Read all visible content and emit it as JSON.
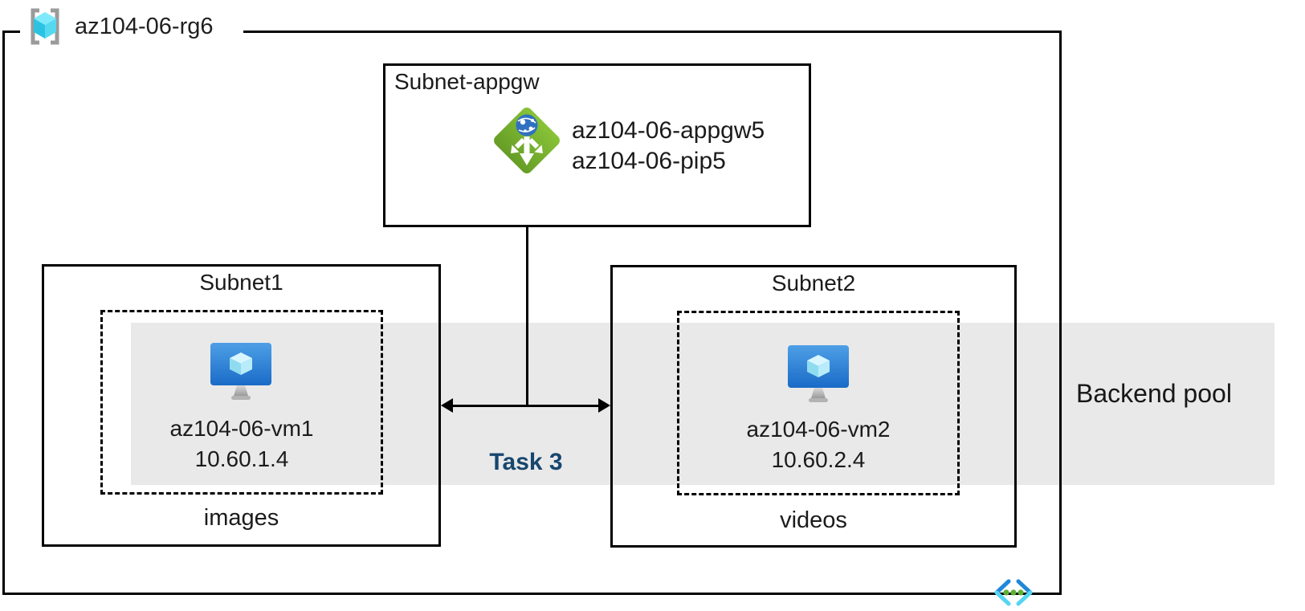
{
  "resource_group": {
    "label": "az104-06-rg6"
  },
  "appgw_subnet": {
    "title": "Subnet-appgw",
    "gateway_name": "az104-06-appgw5",
    "public_ip_name": "az104-06-pip5"
  },
  "subnet1": {
    "title": "Subnet1",
    "vm_name": "az104-06-vm1",
    "vm_ip": "10.60.1.4",
    "caption": "images"
  },
  "subnet2": {
    "title": "Subnet2",
    "vm_name": "az104-06-vm2",
    "vm_ip": "10.60.2.4",
    "caption": "videos"
  },
  "backend_pool": {
    "label": "Backend pool"
  },
  "task": {
    "label": "Task 3"
  },
  "icons": {
    "resource_group": "resource-group-icon",
    "app_gateway": "application-gateway-icon",
    "virtual_machine": "virtual-machine-icon",
    "virtual_network": "virtual-network-icon"
  },
  "colors": {
    "band_gray": "#e9e9e9",
    "task_label_blue": "#17466e",
    "appgw_green": "#77ab30",
    "appgw_globe_blue": "#2f71c1",
    "vm_monitor_blue_top": "#4f9fe6",
    "vm_monitor_blue_bottom": "#1a6bc7",
    "vm_cube_cyan": "#8fdcf1",
    "rg_cube_cyan": "#2cc3e2",
    "rg_bracket_gray": "#9b9b9b",
    "vnet_dark_blue": "#1f88da",
    "vnet_light_cyan": "#55d5f3",
    "vnet_dot_green": "#5cb135",
    "border_black": "#000000"
  }
}
